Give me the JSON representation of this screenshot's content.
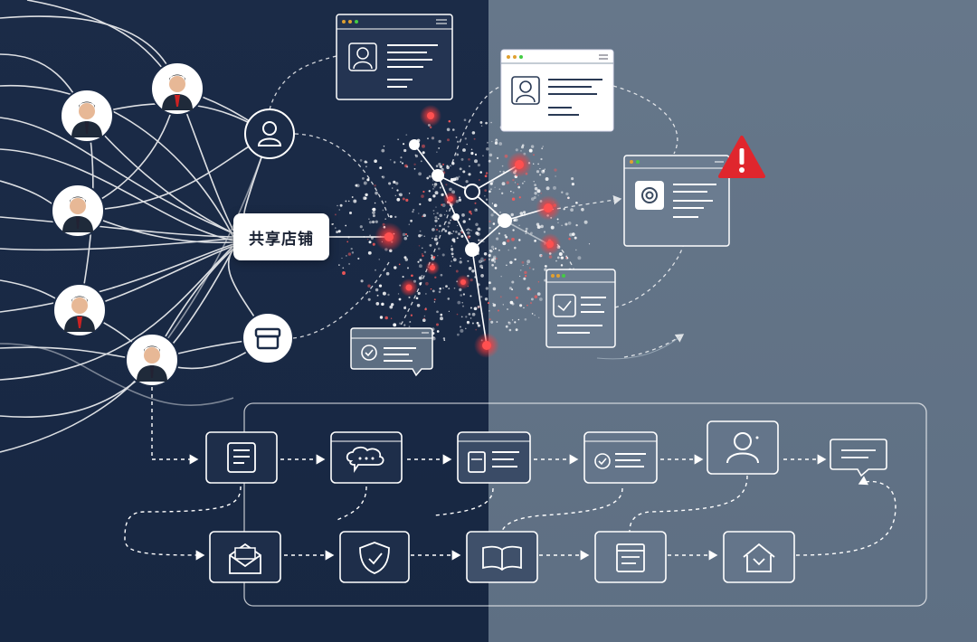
{
  "hub": {
    "label": "共享店铺"
  },
  "people": [
    {
      "name": "person-1"
    },
    {
      "name": "person-2"
    },
    {
      "name": "person-3"
    },
    {
      "name": "person-4"
    },
    {
      "name": "person-5"
    }
  ],
  "hub_icons": [
    "user-icon",
    "store-icon"
  ],
  "profile_cards": [
    "profile-card-1",
    "profile-card-2",
    "profile-card-3",
    "profile-card-4",
    "message-card"
  ],
  "alert": {
    "icon": "warning-icon",
    "symbol": "!",
    "color": "#e0262d"
  },
  "workflow": {
    "row1": [
      "document-icon",
      "chat-cloud-icon",
      "printer-icon",
      "browser-check-icon",
      "user-icon",
      "message-icon"
    ],
    "row2": [
      "mail-open-icon",
      "shield-check-icon",
      "book-icon",
      "notes-icon",
      "house-icon"
    ]
  },
  "colors": {
    "left_bg": "#1b2b47",
    "right_bg": "#64758a",
    "accent_red": "#ff3b3b",
    "line": "#ffffff"
  }
}
